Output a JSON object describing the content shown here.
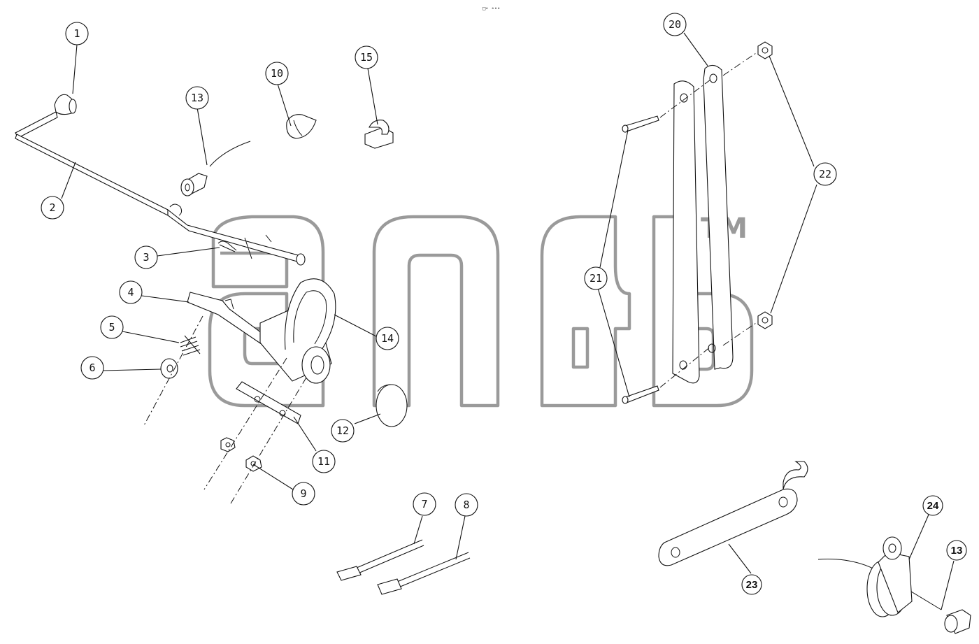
{
  "header_mark": "□∘ ∘∘∘",
  "watermark": {
    "tm": "TM"
  },
  "callouts": [
    {
      "id": "c1",
      "text": "1",
      "bold": false
    },
    {
      "id": "c2",
      "text": "2",
      "bold": false
    },
    {
      "id": "c3",
      "text": "3",
      "bold": false
    },
    {
      "id": "c4",
      "text": "4",
      "bold": false
    },
    {
      "id": "c5",
      "text": "5",
      "bold": false
    },
    {
      "id": "c6",
      "text": "6",
      "bold": false
    },
    {
      "id": "c7",
      "text": "7",
      "bold": false
    },
    {
      "id": "c8",
      "text": "8",
      "bold": false
    },
    {
      "id": "c9",
      "text": "9",
      "bold": false
    },
    {
      "id": "c10",
      "text": "10",
      "bold": false
    },
    {
      "id": "c11",
      "text": "11",
      "bold": false
    },
    {
      "id": "c12",
      "text": "12",
      "bold": false
    },
    {
      "id": "c13a",
      "text": "13",
      "bold": false
    },
    {
      "id": "c14",
      "text": "14",
      "bold": false
    },
    {
      "id": "c15",
      "text": "15",
      "bold": false
    },
    {
      "id": "c20",
      "text": "20",
      "bold": false
    },
    {
      "id": "c21",
      "text": "21",
      "bold": false
    },
    {
      "id": "c22",
      "text": "22",
      "bold": false
    },
    {
      "id": "c23",
      "text": "23",
      "bold": true
    },
    {
      "id": "c24",
      "text": "24",
      "bold": true
    },
    {
      "id": "c13b",
      "text": "13",
      "bold": true
    }
  ]
}
